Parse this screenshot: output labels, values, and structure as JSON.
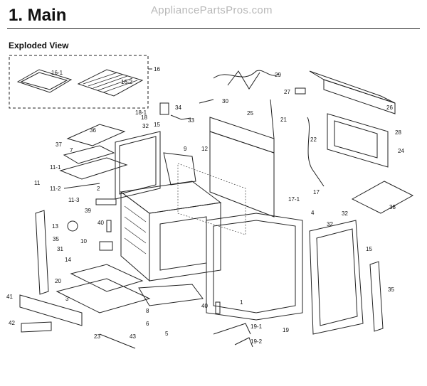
{
  "header": {
    "title": "1.  Main",
    "watermark": "AppliancePartsPros.com"
  },
  "section": {
    "subtitle": "Exploded View"
  },
  "callouts": [
    "16-1",
    "16-2",
    "16",
    "29",
    "27",
    "34",
    "30",
    "26",
    "18-1",
    "18",
    "33",
    "28",
    "36",
    "32",
    "15",
    "25",
    "21",
    "37",
    "22",
    "24",
    "9",
    "12",
    "7",
    "11-1",
    "11",
    "2",
    "11-2",
    "17",
    "11-3",
    "17-1",
    "38",
    "39",
    "40",
    "4",
    "32",
    "32",
    "13",
    "35",
    "15",
    "10",
    "31",
    "14",
    "20",
    "35",
    "41",
    "3",
    "8",
    "6",
    "5",
    "40",
    "1",
    "42",
    "19-1",
    "19",
    "23",
    "43",
    "19-2"
  ]
}
